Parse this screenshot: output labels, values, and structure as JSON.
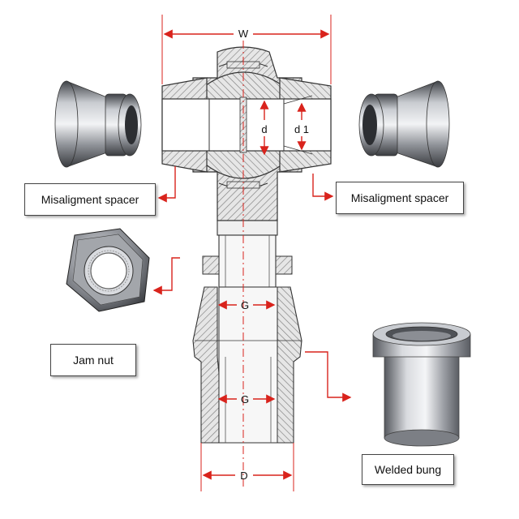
{
  "labels": {
    "spacer_left": "Misaligment spacer",
    "spacer_right": "Misaligment spacer",
    "jam_nut": "Jam nut",
    "welded_bung": "Welded bung"
  },
  "dimensions": {
    "width": "W",
    "bore": "d",
    "bore_outer": "d 1",
    "thread_upper": "G",
    "thread_lower": "G",
    "tube_diameter": "D"
  },
  "colors": {
    "arrow": "#d9231c",
    "outline": "#333333",
    "hatch": "#8a8a8a",
    "fill": "#e4e4e4",
    "metal_dark": "#4a4d52",
    "metal_light": "#d6d8dc"
  },
  "icons": {
    "spacer": "misalignment-spacer-icon",
    "nut": "hex-nut-icon",
    "bung": "welded-bung-icon"
  }
}
